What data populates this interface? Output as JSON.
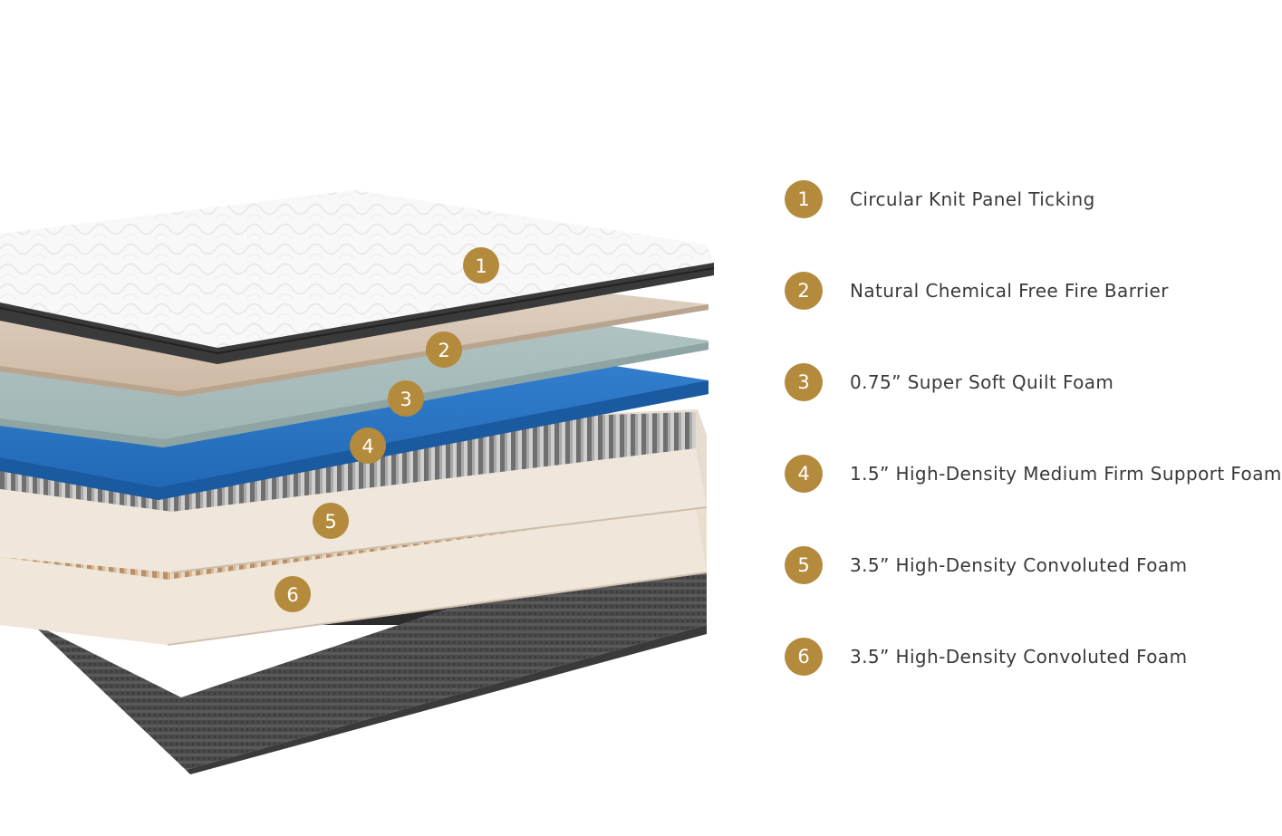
{
  "colors": {
    "badge": "#b48a3c",
    "badge_text": "#ffffff",
    "label_text": "#3a3a3a",
    "ticking": "#f2f2f2",
    "edge_band": "#3a3a3a",
    "fire_barrier": "#d9cbbb",
    "quilt_foam": "#a9bdbd",
    "support_foam": "#2e7cc7",
    "convoluted_foam_1": "#e6ddd0",
    "convoluted_foam_2": "#eadfce",
    "base_cover": "#4d4d4d"
  },
  "layers": [
    {
      "number": "1",
      "label": "Circular Knit Panel Ticking"
    },
    {
      "number": "2",
      "label": "Natural Chemical Free Fire Barrier"
    },
    {
      "number": "3",
      "label": "0.75” Super Soft Quilt Foam"
    },
    {
      "number": "4",
      "label": "1.5” High-Density Medium Firm Support Foam"
    },
    {
      "number": "5",
      "label": "3.5” High-Density Convoluted Foam"
    },
    {
      "number": "6",
      "label": "3.5” High-Density Convoluted Foam"
    }
  ]
}
